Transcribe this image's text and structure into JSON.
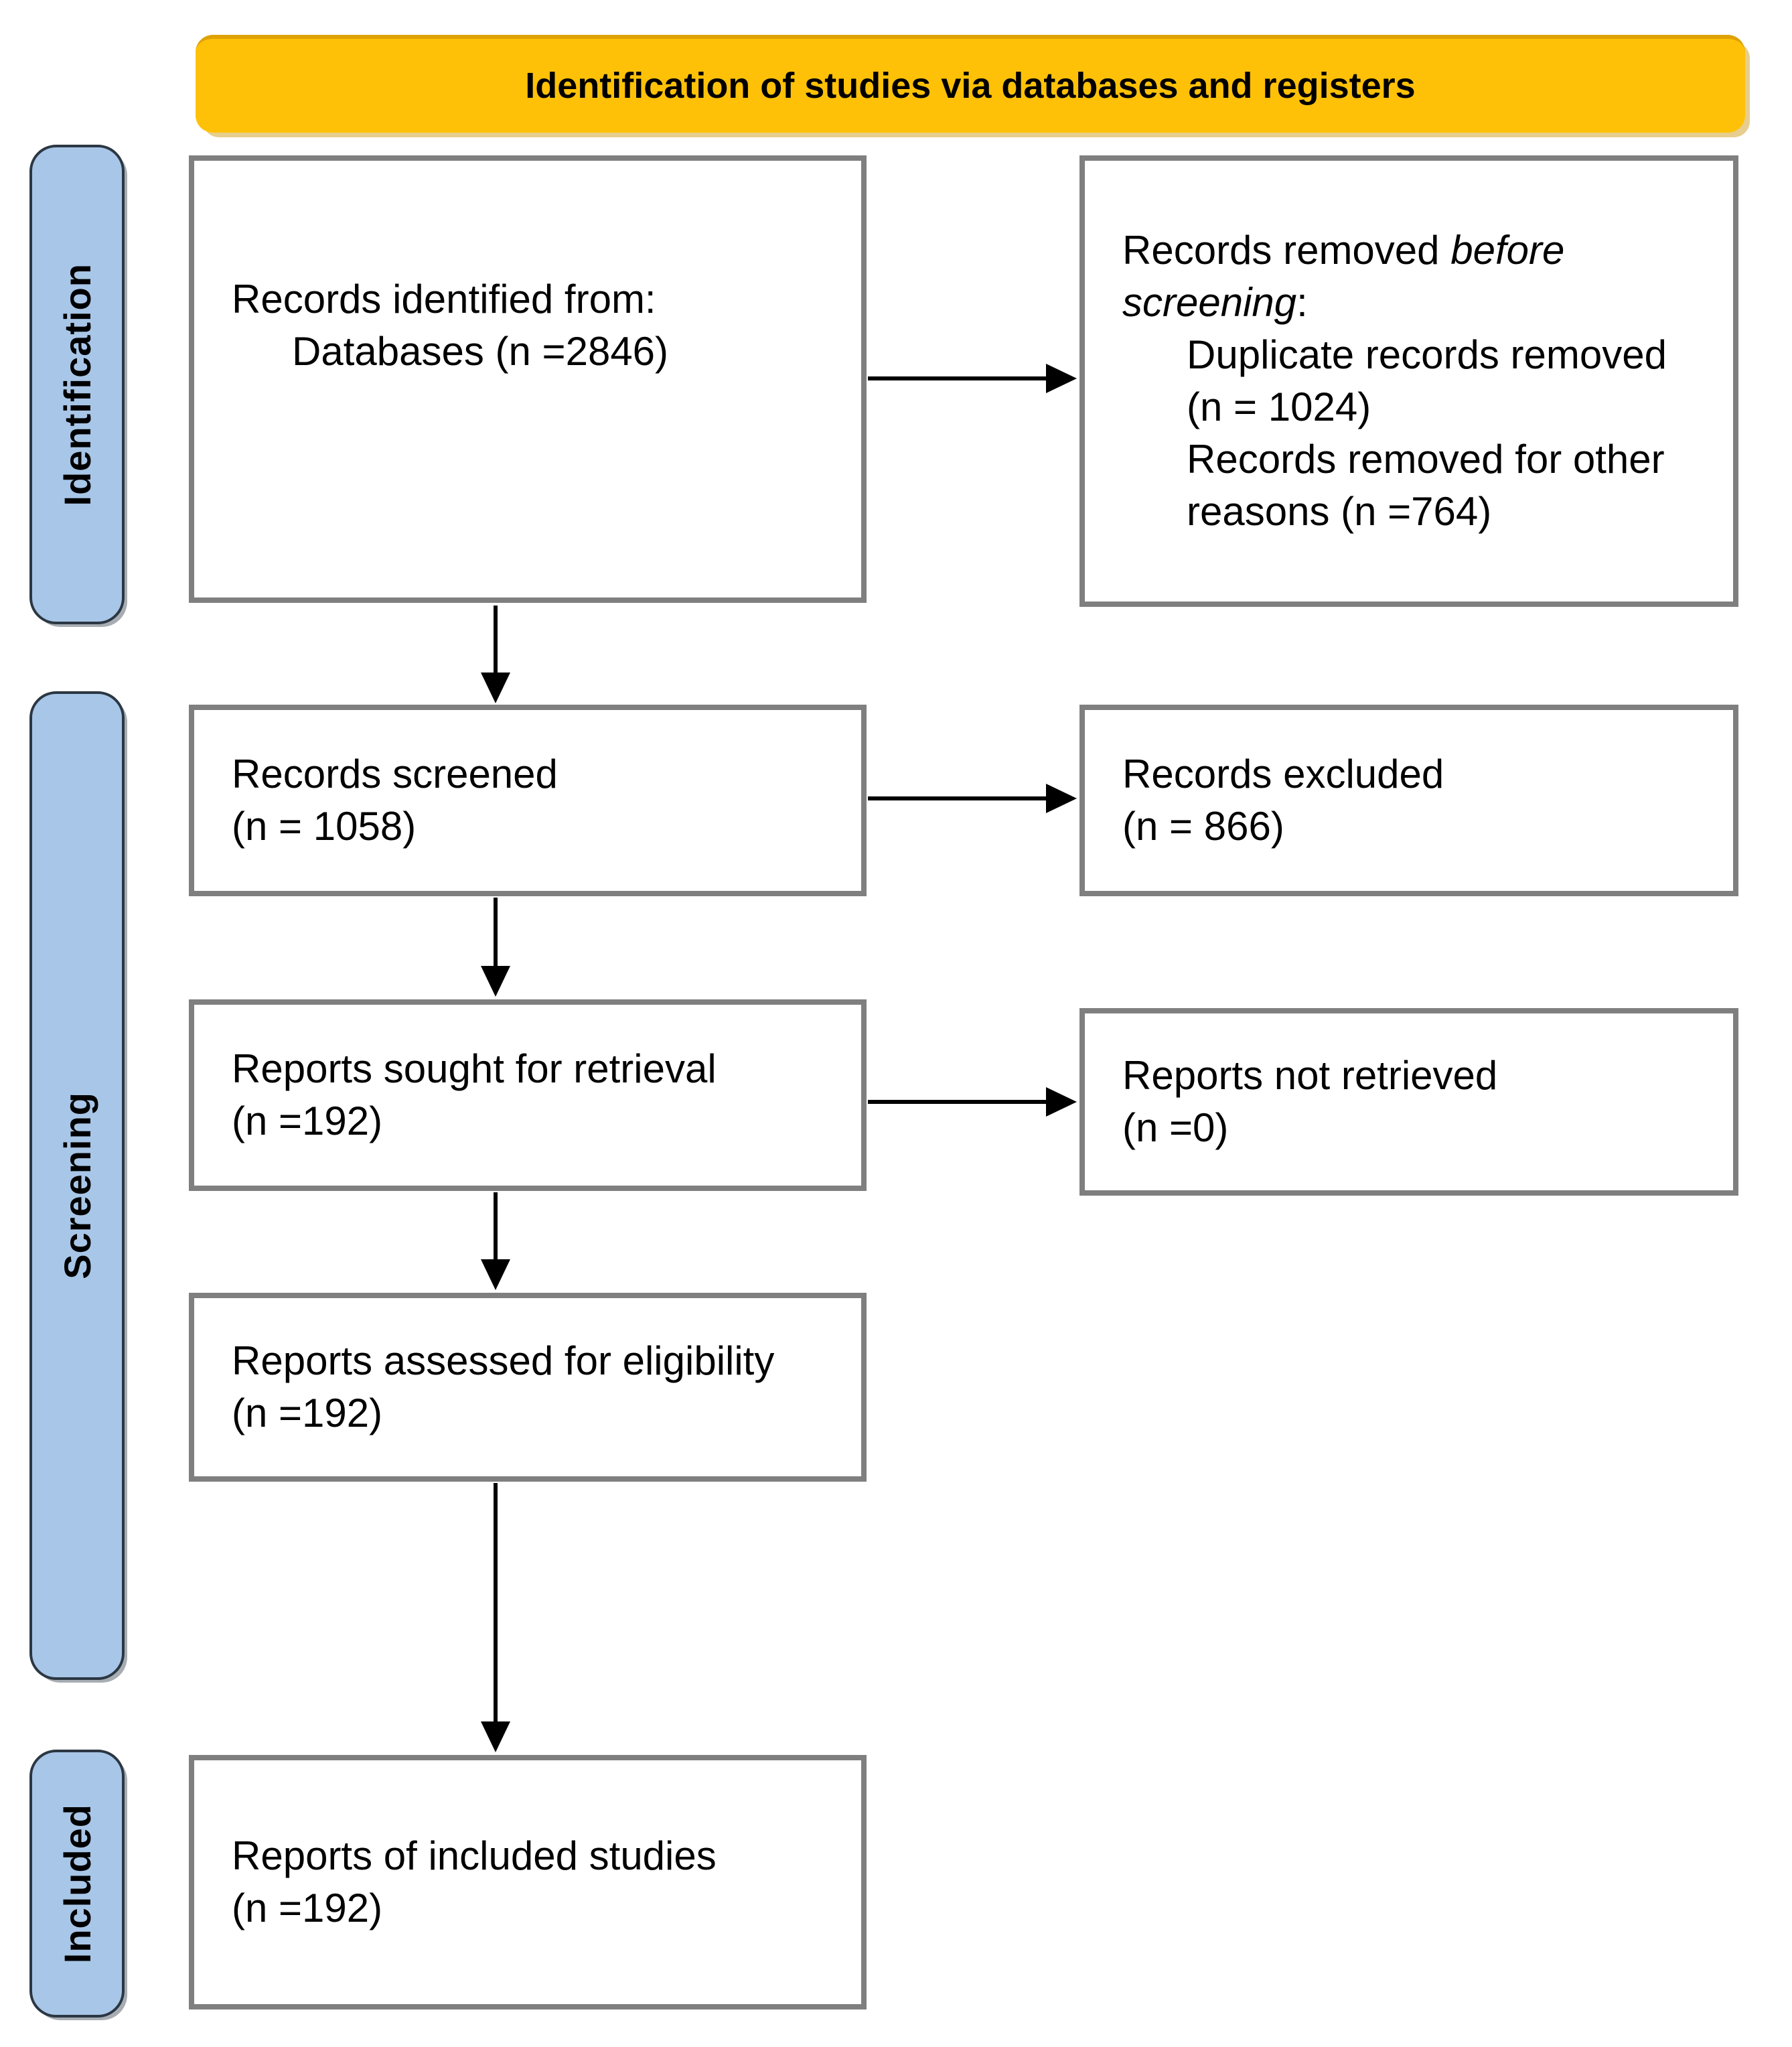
{
  "diagram": {
    "banner_title": "Identification of studies via databases and registers",
    "stages": {
      "identification": "Identification",
      "screening": "Screening",
      "included": "Included"
    },
    "boxes": {
      "records_identified": {
        "line1": "Records identified from:",
        "line2": "Databases (n =2846)"
      },
      "records_removed": {
        "line1_text": "Records removed",
        "line1_italic": "before",
        "line2_italic": "screening",
        "line2_suffix": ":",
        "sub1_line1": "Duplicate records removed",
        "sub1_line2": "(n = 1024)",
        "sub2_line1": "Records removed for other",
        "sub2_line2": "reasons (n =764)"
      },
      "records_screened": {
        "line1": "Records screened",
        "line2": "(n = 1058)"
      },
      "records_excluded": {
        "line1": "Records excluded",
        "line2": "(n = 866)"
      },
      "reports_sought": {
        "line1": "Reports sought for retrieval",
        "line2": "(n =192)"
      },
      "reports_not_retrieved": {
        "line1": "Reports not retrieved",
        "line2": "(n =0)"
      },
      "reports_assessed": {
        "line1": "Reports assessed for eligibility",
        "line2": "(n =192)"
      },
      "reports_included": {
        "line1": "Reports of included studies",
        "line2": "(n =192)"
      }
    },
    "colors": {
      "banner_fill": "#FFC107",
      "banner_edge": "#DFA204",
      "banner_shadow": "#E7CE8E",
      "stage_fill": "#A8C6E7",
      "stage_border": "#2B3743",
      "box_border": "#7F7F7F",
      "arrow": "#000000",
      "text": "#000000"
    }
  }
}
